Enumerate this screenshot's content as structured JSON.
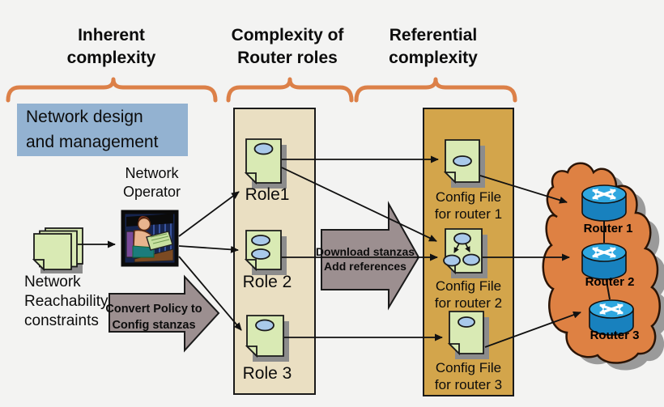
{
  "headers": [
    {
      "label": "Inherent\ncomplexity"
    },
    {
      "label": "Complexity of\nRouter roles"
    },
    {
      "label": "Referential\ncomplexity"
    }
  ],
  "labels": {
    "network_design": "Network design\nand management",
    "network_operator": "Network\nOperator",
    "reachability": "Network\nReachability\nconstraints"
  },
  "process_arrows": {
    "convert": "Convert Policy to\nConfig stanzas",
    "download": "Download stanzas\nAdd references"
  },
  "roles": [
    {
      "label": "Role1"
    },
    {
      "label": "Role 2"
    },
    {
      "label": "Role 3"
    }
  ],
  "config_files": [
    {
      "label": "Config File\nfor router 1"
    },
    {
      "label": "Config File\nfor router 2"
    },
    {
      "label": "Config File\nfor router 3"
    }
  ],
  "routers": [
    {
      "label": "Router 1"
    },
    {
      "label": "Router 2"
    },
    {
      "label": "Router 3"
    }
  ],
  "icons": {
    "document": "document-icon",
    "document_stack": "document-stack-icon",
    "operator": "person-at-computer-icon",
    "router": "router-icon",
    "cloud": "network-cloud-icon"
  },
  "colors": {
    "bg": "#F3F3F2",
    "brace_orange": "#DC8048",
    "blue_panel": "#93B2D1",
    "tan_panel": "#EADFC2",
    "gold_panel": "#D3A54B",
    "doc_green": "#D9EAB4",
    "doc_blue": "#A9C9EA",
    "gray_arrow": "#9C8F90",
    "cloud_orange": "#DE8143",
    "router_top": "#2FA7DF",
    "router_side": "#1881BE",
    "shadow_gray": "#8C8C8C",
    "line_black": "#111111"
  }
}
